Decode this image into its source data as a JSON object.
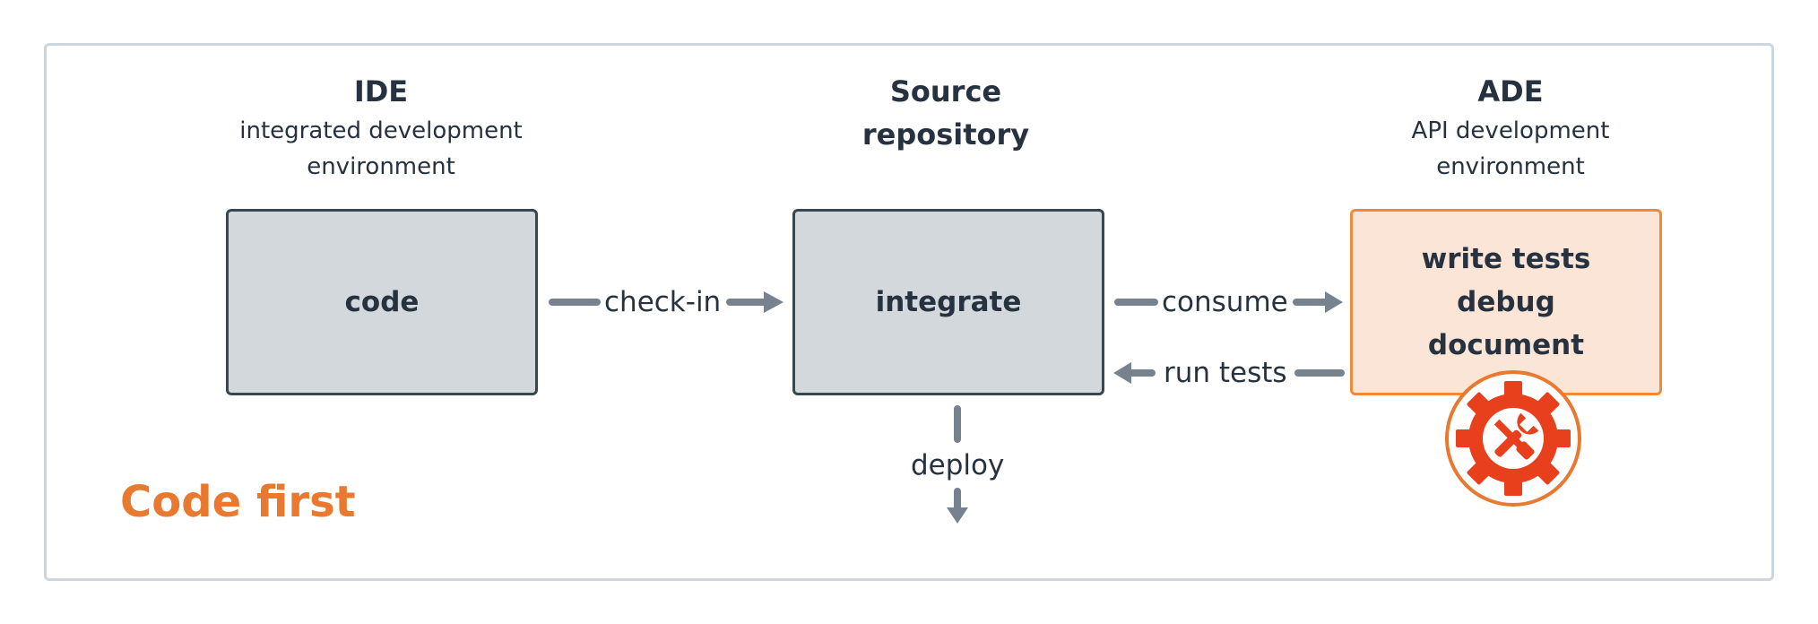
{
  "approach_label": "Code first",
  "columns": {
    "ide": {
      "title": "IDE",
      "subtitle_line1": "integrated development",
      "subtitle_line2": "environment"
    },
    "source": {
      "title_line1": "Source",
      "title_line2": "repository"
    },
    "ade": {
      "title": "ADE",
      "subtitle_line1": "API development",
      "subtitle_line2": "environment"
    }
  },
  "boxes": {
    "code": "code",
    "integrate": "integrate",
    "ade_tasks": [
      "write tests",
      "debug",
      "document"
    ]
  },
  "arrows": {
    "check_in": "check-in",
    "consume": "consume",
    "run_tests": "run tests",
    "deploy": "deploy"
  },
  "icons": {
    "ade_badge": "gear-wrench-screwdriver-icon"
  },
  "colors": {
    "accent_orange": "#e8792f",
    "icon_red": "#e8401c",
    "box_gray": "#d3d8dc",
    "box_orange_fill": "#fbe5d7",
    "arrow_gray": "#76828e",
    "frame_border": "#cdd6de"
  }
}
